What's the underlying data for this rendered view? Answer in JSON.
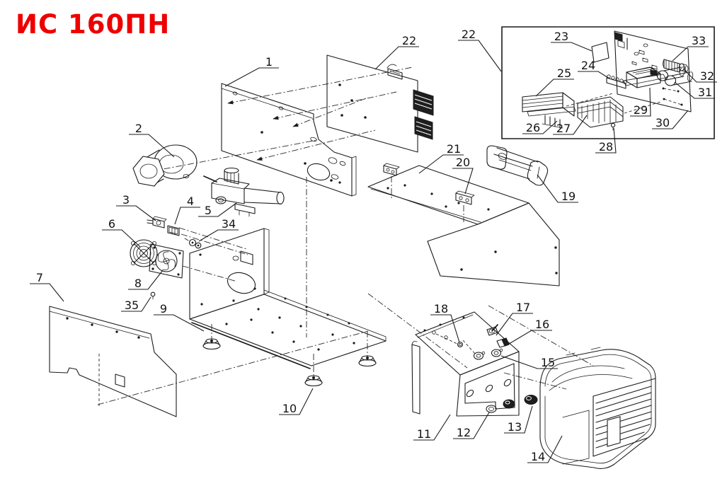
{
  "title": {
    "text": "ИС 160ПН",
    "color": "#ee0000"
  },
  "diagram": {
    "kind": "exploded-parts-diagram",
    "line_color": "#1b1b1b",
    "background": "#ffffff",
    "labels": {
      "p1": "1",
      "p2": "2",
      "p3": "3",
      "p4": "4",
      "p5": "5",
      "p6": "6",
      "p7": "7",
      "p8": "8",
      "p9": "9",
      "p10": "10",
      "p11": "11",
      "p12": "12",
      "p13": "13",
      "p14": "14",
      "p15": "15",
      "p16": "16",
      "p17": "17",
      "p18": "18",
      "p19": "19",
      "p20": "20",
      "p21": "21",
      "p22": "22",
      "p22_inset": "22",
      "p23": "23",
      "p24": "24",
      "p25": "25",
      "p26": "26",
      "p27": "27",
      "p28": "28",
      "p29": "29",
      "p30": "30",
      "p31": "31",
      "p32": "32",
      "p33": "33",
      "p34": "34",
      "p35": "35"
    }
  }
}
